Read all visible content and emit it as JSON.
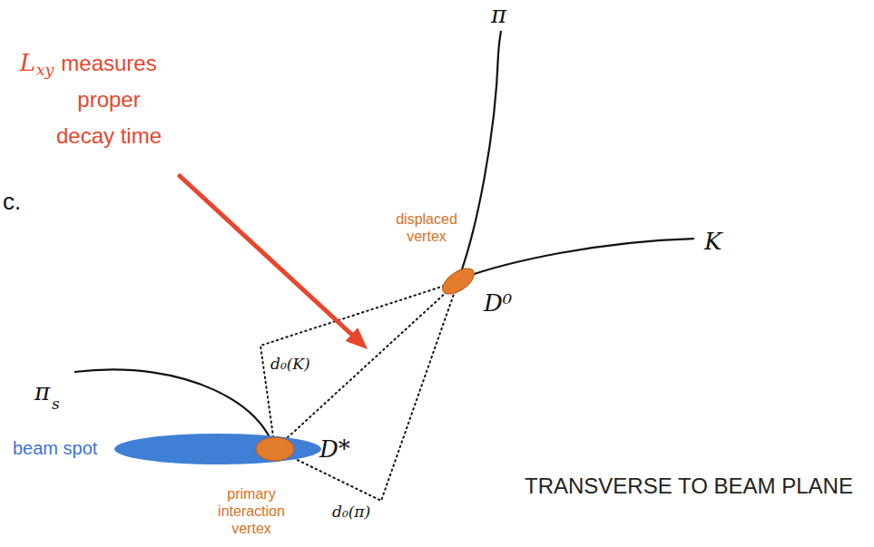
{
  "diagram": {
    "nodes": [
      {
        "text": [
          "displaced vertex",
          "D⁰"
        ]
      },
      {
        "text": [
          "beam spot"
        ]
      },
      {
        "text": [
          "primary interaction vertex",
          "D*"
        ],
        "in": 1
      }
    ],
    "edges": [
      {
        "from": 2,
        "to": 0,
        "arrow": "none"
      }
    ],
    "labels": [
      "L",
      "xy",
      "measures proper decay time",
      "c.",
      "π",
      "K",
      "π",
      "s",
      "d₀(K)",
      "d₀(π)",
      "TRANSVERSE TO BEAM PLANE"
    ]
  }
}
